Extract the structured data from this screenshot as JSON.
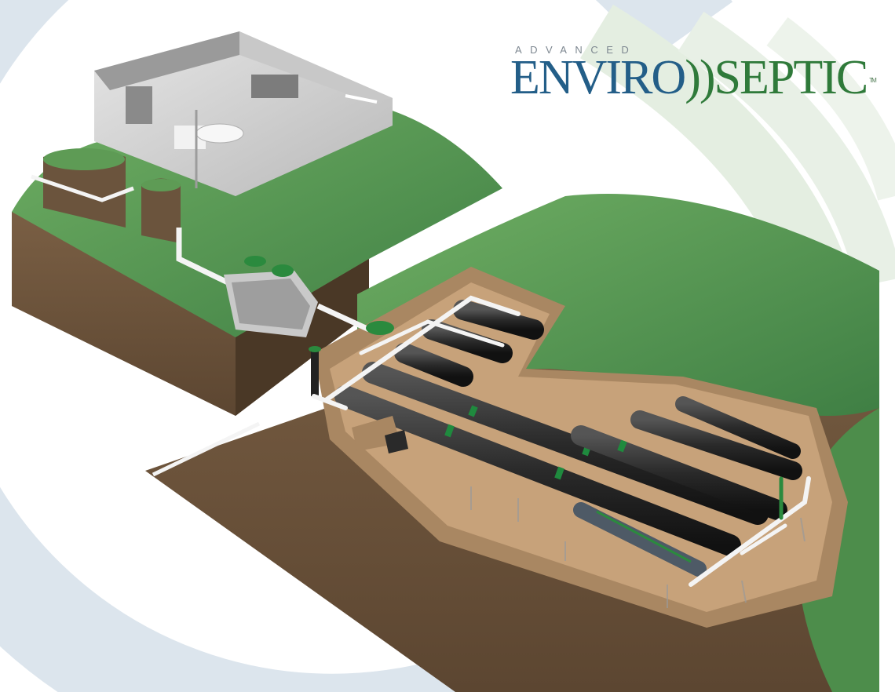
{
  "logo": {
    "small_text": "ADVANCED",
    "main_part1": "ENVIRO",
    "separator": "))",
    "main_part2": "SEPTIC",
    "trademark": "TM"
  },
  "colors": {
    "brand_blue": "#235e88",
    "brand_green": "#2f7a3a",
    "grass": "#5c9a55",
    "soil": "#6b543d",
    "sand": "#b08a63",
    "pipe_black": "#2e2e2e",
    "pipe_ring": "#1f8a3e",
    "ring_background": "#dbe4ec"
  }
}
